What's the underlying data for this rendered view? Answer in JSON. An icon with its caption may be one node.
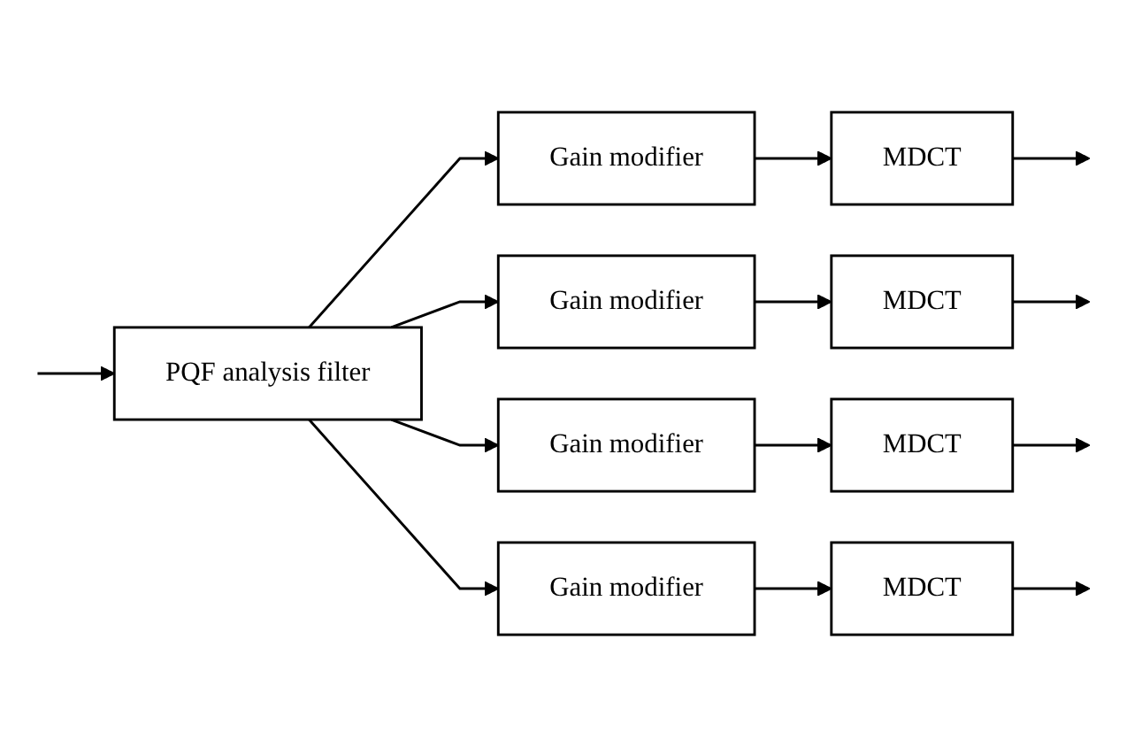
{
  "diagram": {
    "nodes": [
      {
        "text": [
          "PQF analysis filter"
        ]
      },
      {
        "text": [
          "Gain modifier"
        ]
      },
      {
        "text": [
          "MDCT"
        ]
      },
      {
        "text": [
          "Gain modifier"
        ]
      },
      {
        "text": [
          "MDCT"
        ]
      },
      {
        "text": [
          "Gain modifier"
        ]
      },
      {
        "text": [
          "MDCT"
        ]
      },
      {
        "text": [
          "Gain modifier"
        ]
      },
      {
        "text": [
          "MDCT"
        ]
      }
    ],
    "edges": [
      {
        "from": null,
        "to": 0,
        "arrow": "to"
      },
      {
        "from": 0,
        "to": 1,
        "arrow": "to"
      },
      {
        "from": 1,
        "to": 2,
        "arrow": "to"
      },
      {
        "from": 2,
        "to": null,
        "arrow": "to"
      },
      {
        "from": 0,
        "to": 3,
        "arrow": "to"
      },
      {
        "from": 3,
        "to": 4,
        "arrow": "to"
      },
      {
        "from": 4,
        "to": null,
        "arrow": "to"
      },
      {
        "from": 0,
        "to": 5,
        "arrow": "to"
      },
      {
        "from": 5,
        "to": 6,
        "arrow": "to"
      },
      {
        "from": 6,
        "to": null,
        "arrow": "to"
      },
      {
        "from": 0,
        "to": 7,
        "arrow": "to"
      },
      {
        "from": 7,
        "to": 8,
        "arrow": "to"
      },
      {
        "from": 8,
        "to": null,
        "arrow": "to"
      }
    ]
  }
}
